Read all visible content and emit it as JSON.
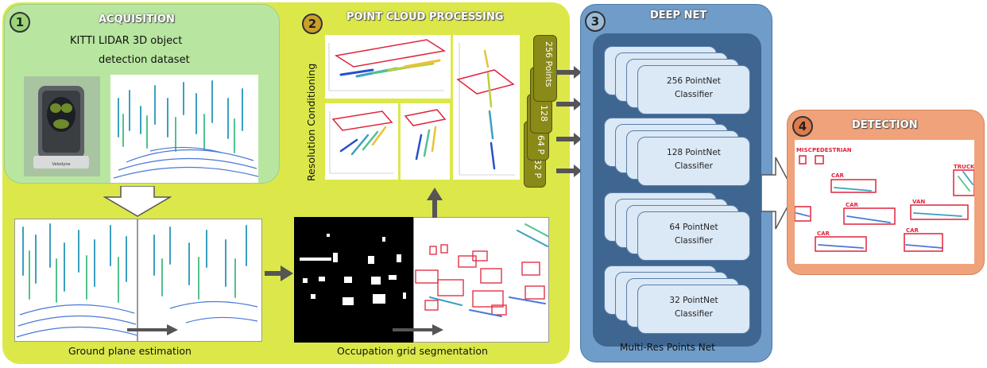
{
  "acquisition": {
    "number": "1",
    "title": "ACQUISITION",
    "subtitle_line1": "KITTI LIDAR 3D object",
    "subtitle_line2": "detection dataset",
    "brand": "Velodyne"
  },
  "processing": {
    "number": "2",
    "title": "POINT CLOUD PROCESSING",
    "resolution_label": "Resolution Conditioning",
    "resolutions": [
      "256 Points",
      "128",
      "64 P",
      "32 P"
    ],
    "ground_caption": "Ground plane estimation",
    "occupation_caption": "Occupation grid segmentation"
  },
  "deepnet": {
    "number": "3",
    "title": "DEEP NET",
    "classifiers": [
      {
        "line1": "256 PointNet",
        "line2": "Classifier"
      },
      {
        "line1": "128 PointNet",
        "line2": "Classifier"
      },
      {
        "line1": "64 PointNet",
        "line2": "Classifier"
      },
      {
        "line1": "32 PointNet",
        "line2": "Classifier"
      }
    ],
    "footer": "Multi-Res Points Net"
  },
  "detection": {
    "number": "4",
    "title": "DETECTION",
    "labels": [
      "MISC",
      "PEDESTRIAN",
      "CAR",
      "TRUCK",
      "CAR",
      "VAN",
      "CAR",
      "CAR"
    ]
  },
  "colors": {
    "acquisition_bg": "#b8e6a0",
    "processing_bg": "#dce84a",
    "deepnet_outer": "#6f9cc8",
    "deepnet_inner": "#3e6690",
    "detection_bg": "#f0a27a",
    "box_red": "#e0243c"
  }
}
